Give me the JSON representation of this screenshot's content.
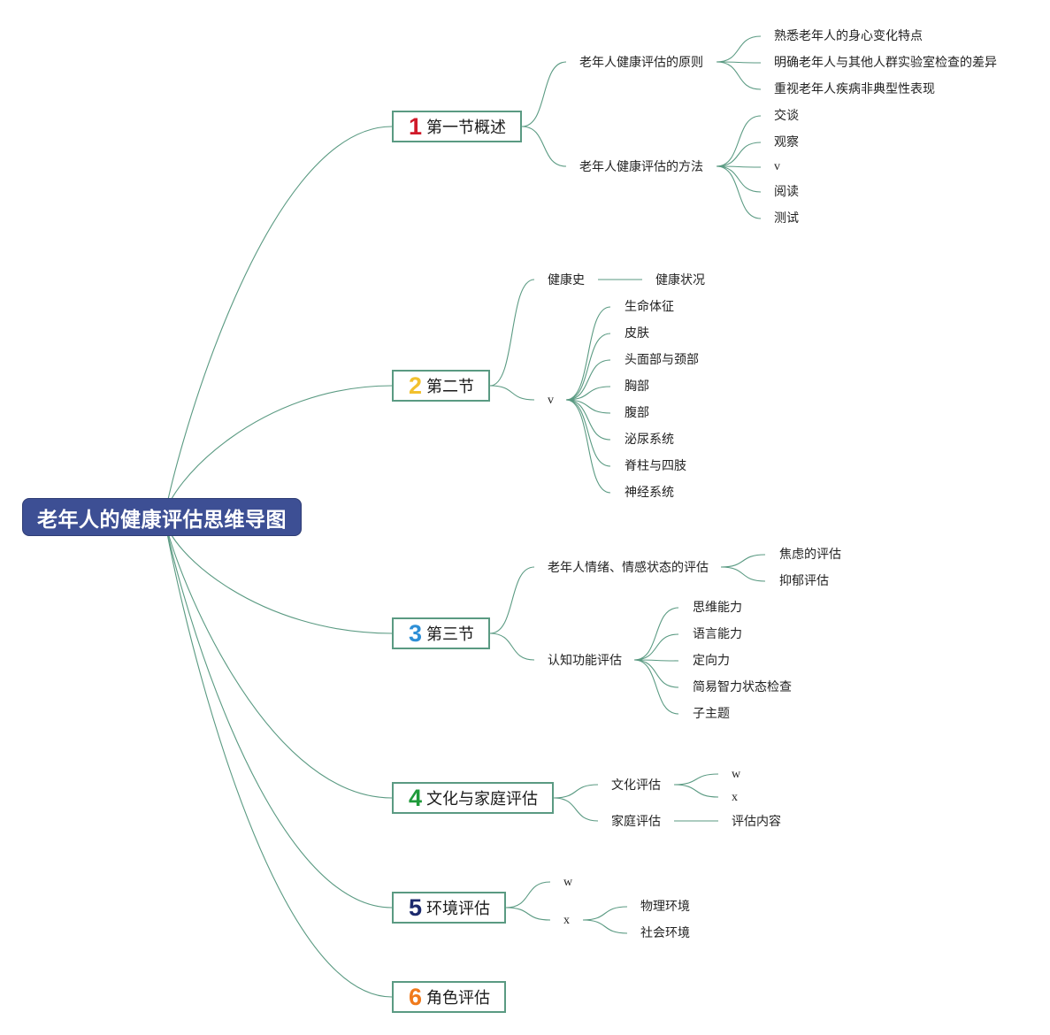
{
  "root": {
    "title": "老年人的健康评估思维导图"
  },
  "branches": [
    {
      "num": "1",
      "title": "第一节概述",
      "color": "#d01a2a",
      "children": [
        {
          "label": "老年人健康评估的原则",
          "children": [
            "熟悉老年人的身心变化特点",
            "明确老年人与其他人群实验室检查的差异",
            "重视老年人疾病非典型性表现"
          ]
        },
        {
          "label": "老年人健康评估的方法",
          "children": [
            "交谈",
            "观察",
            "v",
            "阅读",
            "测试"
          ]
        }
      ]
    },
    {
      "num": "2",
      "title": "第二节",
      "color": "#f2c12e",
      "children": [
        {
          "label": "健康史",
          "children": [
            "健康状况"
          ]
        },
        {
          "label": "v",
          "children": [
            "生命体征",
            "皮肤",
            "头面部与颈部",
            "胸部",
            "腹部",
            "泌尿系统",
            "脊柱与四肢",
            "神经系统"
          ]
        }
      ]
    },
    {
      "num": "3",
      "title": "第三节",
      "color": "#2e8fd6",
      "children": [
        {
          "label": "老年人情绪、情感状态的评估",
          "children": [
            "焦虑的评估",
            "抑郁评估"
          ]
        },
        {
          "label": "认知功能评估",
          "children": [
            "思维能力",
            "语言能力",
            "定向力",
            "简易智力状态检查",
            "子主题"
          ]
        }
      ]
    },
    {
      "num": "4",
      "title": "文化与家庭评估",
      "color": "#1f9a3a",
      "children": [
        {
          "label": "文化评估",
          "children": [
            "w",
            "x"
          ]
        },
        {
          "label": "家庭评估",
          "children": [
            "评估内容"
          ]
        }
      ]
    },
    {
      "num": "5",
      "title": "环境评估",
      "color": "#1c2a6e",
      "children": [
        {
          "label": "w",
          "children": []
        },
        {
          "label": "x",
          "children": [
            "物理环境",
            "社会环境"
          ]
        }
      ]
    },
    {
      "num": "6",
      "title": "角色评估",
      "color": "#f07a1c",
      "children": []
    }
  ],
  "colors": {
    "link": "#5a9a82",
    "root_bg": "#3d4f94"
  }
}
